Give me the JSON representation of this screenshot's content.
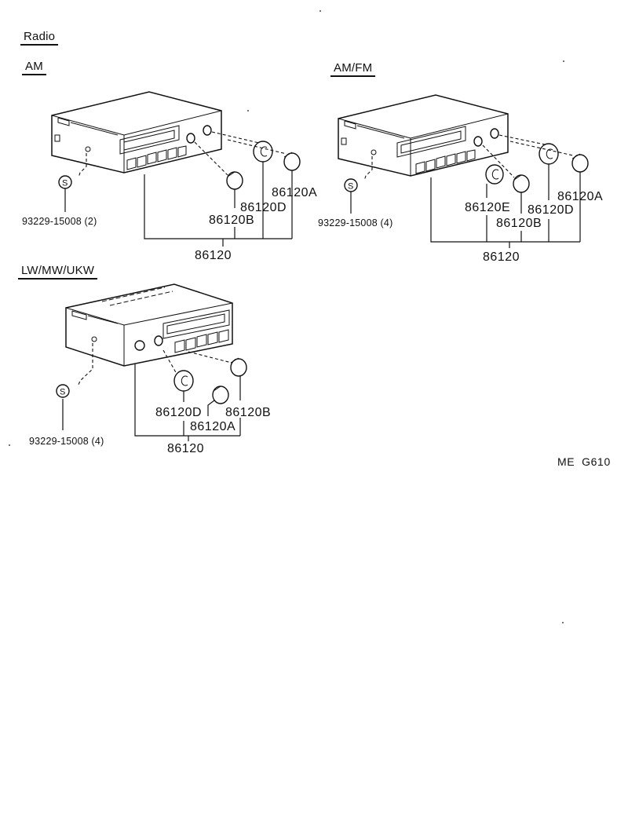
{
  "title": "Radio",
  "sections": {
    "am": {
      "heading": "AM",
      "screw_part": "93229-15008 (2)",
      "parts": [
        "86120A",
        "86120D",
        "86120B"
      ],
      "assembly": "86120"
    },
    "amfm": {
      "heading": "AM/FM",
      "screw_part": "93229-15008 (4)",
      "parts": [
        "86120A",
        "86120D",
        "86120B",
        "86120E"
      ],
      "assembly": "86120"
    },
    "lwmwukw": {
      "heading": "LW/MW/UKW",
      "screw_part": "93229-15008 (4)",
      "parts": [
        "86120D",
        "86120B",
        "86120A"
      ],
      "assembly": "86120"
    }
  },
  "screw_symbol": "S",
  "drawing_code": "ME  G610"
}
